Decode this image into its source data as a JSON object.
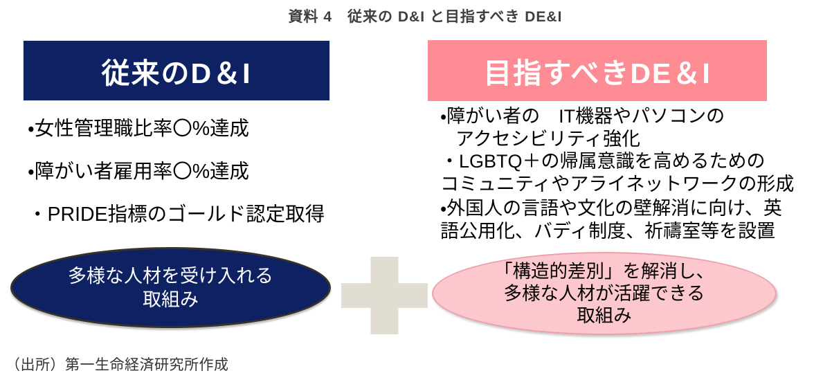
{
  "title": "資料 4　従来の D&I と目指すべき DE&I",
  "left_panel": {
    "header": "従来のD＆I",
    "bullets": [
      "・女性管理職比率〇%達成",
      "・障がい者雇用率〇%達成",
      "・PRIDE指標のゴールド認定取得"
    ],
    "ellipse": {
      "lines": [
        "多様な人材を受け入れる",
        "取組み"
      ]
    }
  },
  "right_panel": {
    "header": "目指すべきDE＆I",
    "bullets": [
      {
        "lines": [
          "・障がい者の　IT機器やパソコンの",
          "アクセシビリティ強化"
        ]
      },
      {
        "lines": [
          "・LGBTQ＋の帰属意識を高めるための",
          "コミュニティやアライネットワークの形成"
        ]
      },
      {
        "lines": [
          "・外国人の言語や文化の壁解消に向け、英",
          "語公用化、バディ制度、祈禱室等を設置"
        ]
      }
    ],
    "ellipse": {
      "lines": [
        "「構造的差別」を解消し、",
        "多様な人材が活躍できる",
        "取組み"
      ]
    }
  },
  "plus_icon": "plus",
  "source": "（出所）第一生命経済研究所作成",
  "colors": {
    "navy": "#0e2263",
    "pink": "#fd8c95",
    "light_pink": "#fcc7cd",
    "rose": "#ee9fab",
    "plus_gray": "#e1ddd3",
    "title_gray": "#3f3f3f",
    "source_gray": "#333333",
    "dark_border": "#3a3226",
    "white": "#ffffff",
    "text_black": "#000000"
  }
}
